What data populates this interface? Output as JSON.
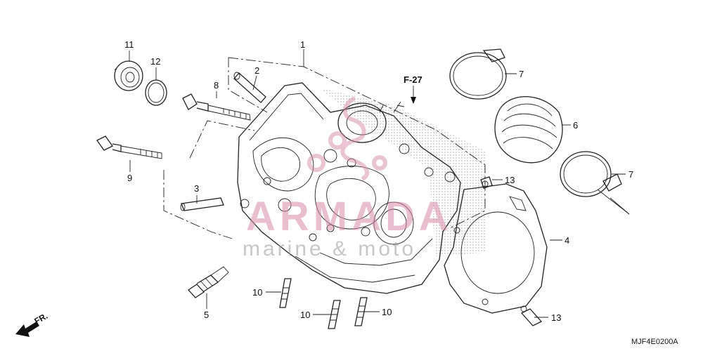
{
  "callouts": {
    "c1": "1",
    "c2": "2",
    "c3": "3",
    "c4": "4",
    "c5": "5",
    "c6": "6",
    "c7a": "7",
    "c7b": "7",
    "c8": "8",
    "c9": "9",
    "c10a": "10",
    "c10b": "10",
    "c10c": "10",
    "c11": "11",
    "c12": "12",
    "c13a": "13",
    "c13b": "13"
  },
  "reference": "F-27",
  "direction": "FR.",
  "diagram_code": "MJF4E0200A",
  "watermark": {
    "brand": "ARMADA",
    "sub": "marine & moto"
  },
  "colors": {
    "line": "#222222",
    "watermark": "#d88aa9"
  }
}
